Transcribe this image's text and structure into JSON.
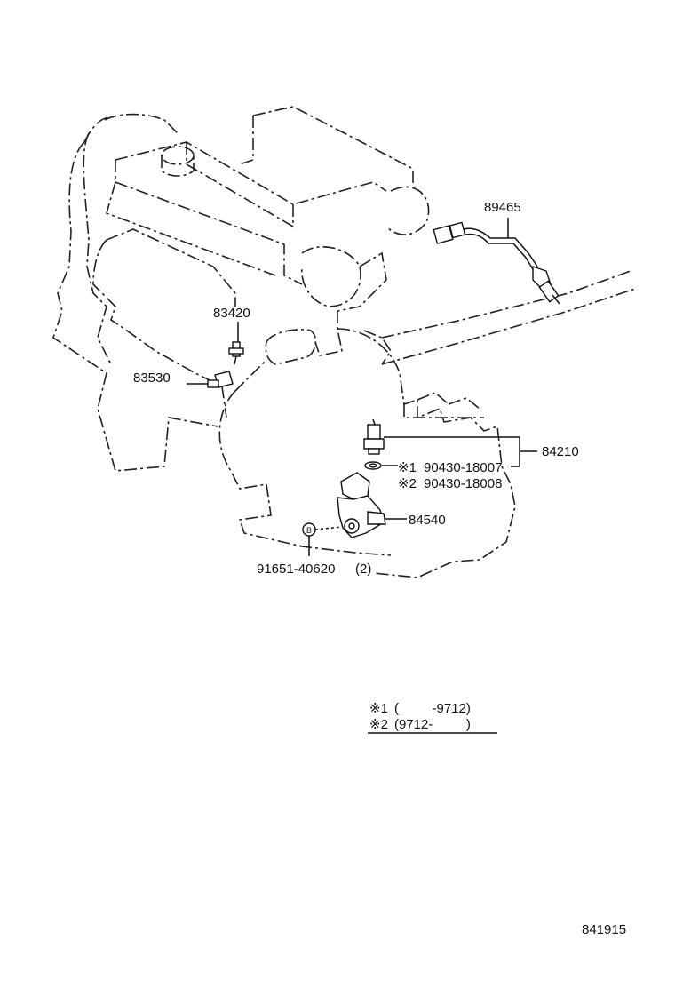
{
  "parts": [
    {
      "id": "p89465",
      "number": "89465"
    },
    {
      "id": "p83420",
      "number": "83420"
    },
    {
      "id": "p83530",
      "number": "83530"
    },
    {
      "id": "p84210",
      "number": "84210"
    },
    {
      "id": "p84540",
      "number": "84540"
    }
  ],
  "sub_parts": [
    {
      "marker": "※1",
      "number": "90430-18007"
    },
    {
      "marker": "※2",
      "number": "90430-18008"
    }
  ],
  "bolt": {
    "number": "91651-40620",
    "qty": "(2)",
    "symbol": "B"
  },
  "legend": [
    {
      "marker": "※1",
      "range": "(         -9712)"
    },
    {
      "marker": "※2",
      "range": "(9712-         )"
    }
  ],
  "figure_code": "841915"
}
